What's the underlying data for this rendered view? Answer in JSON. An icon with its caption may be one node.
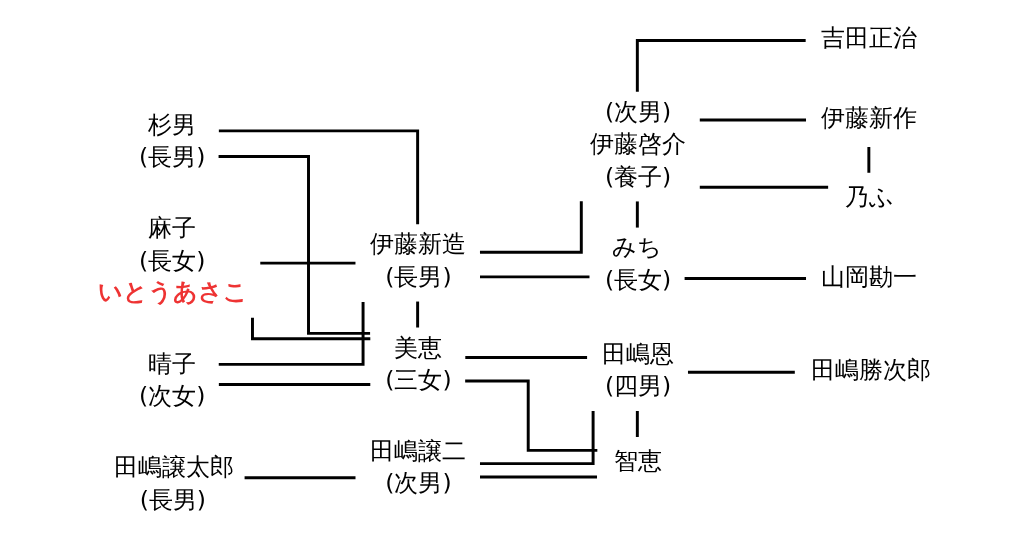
{
  "diagram": {
    "nodes": [
      {
        "text": [
          "杉男",
          "(長男)"
        ]
      },
      {
        "text": [
          "麻子",
          "(長女)"
        ],
        "beside": [
          "いとうあさこ"
        ]
      },
      {
        "text": [
          "晴子",
          "(次女)"
        ]
      },
      {
        "text": [
          "田嶋譲太郎",
          "(長男)"
        ]
      },
      {
        "text": [
          "伊藤新造",
          "(長男)"
        ]
      },
      {
        "text": [
          "美恵",
          "(三女)"
        ]
      },
      {
        "text": [
          "田嶋譲二",
          "(次男)"
        ]
      },
      {
        "text": [
          "(次男)",
          "伊藤啓介",
          "(養子)"
        ]
      },
      {
        "text": [
          "みち",
          "(長女)"
        ]
      },
      {
        "text": [
          "田嶋恩",
          "(四男)"
        ]
      },
      {
        "text": [
          "智恵"
        ]
      },
      {
        "text": [
          "吉田正治"
        ]
      },
      {
        "text": [
          "伊藤新作"
        ]
      },
      {
        "text": [
          "乃ふ"
        ]
      },
      {
        "text": [
          "山岡勘一"
        ]
      },
      {
        "text": [
          "田嶋勝次郎"
        ]
      }
    ],
    "edges": [
      {
        "from": 0,
        "to": 4,
        "arrow": "none"
      },
      {
        "from": 0,
        "to": 5,
        "arrow": "none"
      },
      {
        "from": 1,
        "to": 4,
        "arrow": "none"
      },
      {
        "from": 1,
        "to": 5,
        "arrow": "none"
      },
      {
        "from": 2,
        "to": 4,
        "arrow": "none"
      },
      {
        "from": 2,
        "to": 5,
        "arrow": "none"
      },
      {
        "from": 4,
        "to": 5,
        "arrow": "none"
      },
      {
        "from": 3,
        "to": 6,
        "arrow": "none"
      },
      {
        "from": 4,
        "to": 7,
        "arrow": "none"
      },
      {
        "from": 4,
        "to": 8,
        "arrow": "none"
      },
      {
        "from": 5,
        "to": 9,
        "arrow": "none"
      },
      {
        "from": 5,
        "to": 10,
        "arrow": "none"
      },
      {
        "from": 6,
        "to": 9,
        "arrow": "none"
      },
      {
        "from": 6,
        "to": 10,
        "arrow": "none"
      },
      {
        "from": 7,
        "to": 11,
        "arrow": "none"
      },
      {
        "from": 7,
        "to": 12,
        "arrow": "none"
      },
      {
        "from": 7,
        "to": 13,
        "arrow": "none"
      },
      {
        "from": 7,
        "to": 8,
        "arrow": "none"
      },
      {
        "from": 8,
        "to": 14,
        "arrow": "none"
      },
      {
        "from": 9,
        "to": 15,
        "arrow": "none"
      },
      {
        "from": 9,
        "to": 10,
        "arrow": "none"
      },
      {
        "from": 12,
        "to": 13,
        "arrow": "none"
      }
    ]
  }
}
